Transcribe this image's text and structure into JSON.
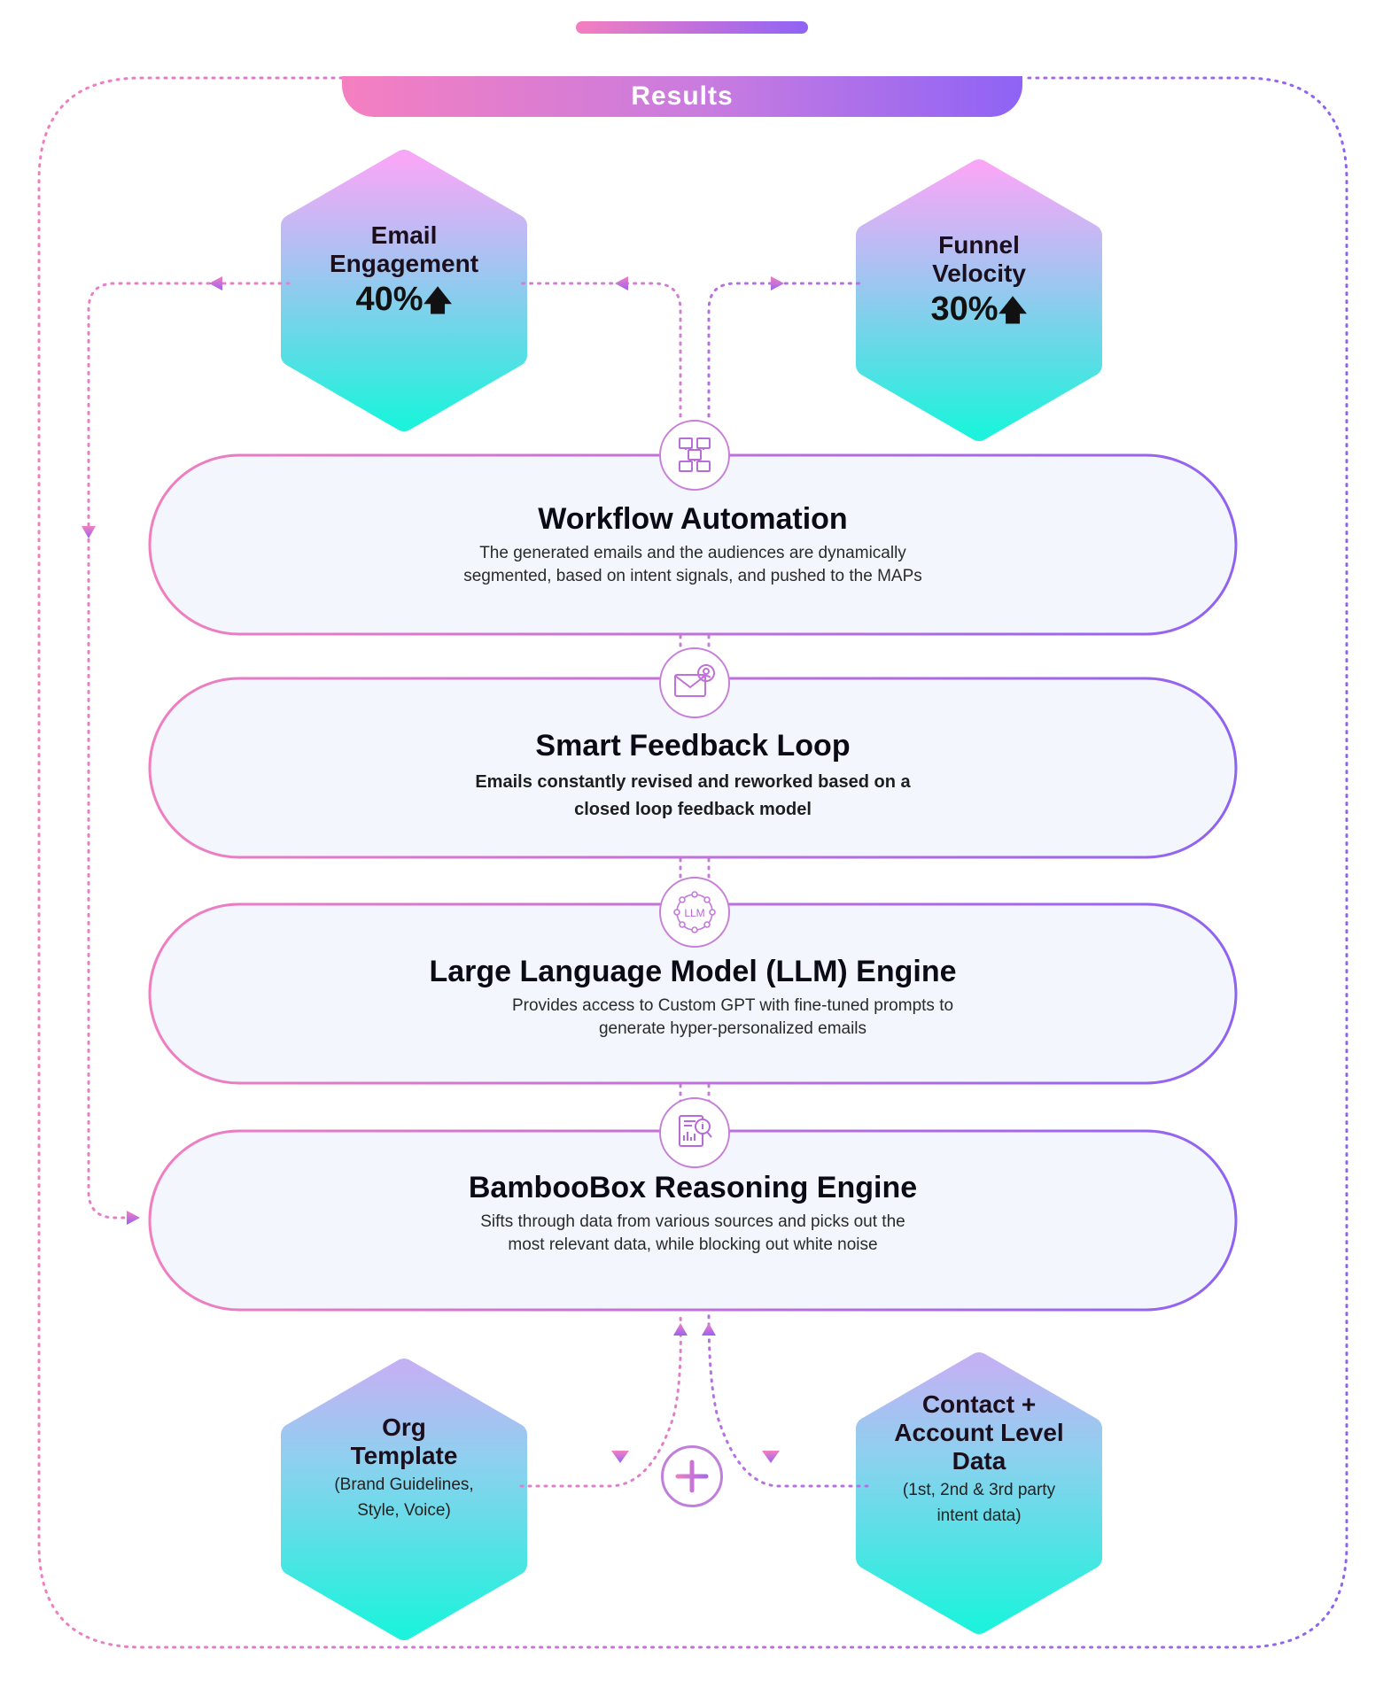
{
  "header": {
    "results_label": "Results"
  },
  "metrics": [
    {
      "title": "Email Engagement",
      "title_line1": "Email",
      "title_line2": "Engagement",
      "value": "40%",
      "trend_icon": "arrow-up-icon"
    },
    {
      "title": "Funnel Velocity",
      "title_line1": "Funnel",
      "title_line2": "Velocity",
      "value": "30%",
      "trend_icon": "arrow-up-icon"
    }
  ],
  "steps": [
    {
      "icon": "workflow-icon",
      "title": "Workflow Automation",
      "desc_line1": "The generated emails and the audiences are dynamically",
      "desc_line2": "segmented, based on intent signals, and pushed to the MAPs"
    },
    {
      "icon": "email-feedback-icon",
      "title": "Smart Feedback Loop",
      "desc_line1": "Emails constantly revised and reworked based on a",
      "desc_line2": "closed loop feedback model"
    },
    {
      "icon": "llm-icon",
      "icon_label": "LLM",
      "title": "Large Language Model (LLM) Engine",
      "desc_line1": "Provides access to Custom GPT with fine-tuned prompts to",
      "desc_line2": "generate hyper-personalized emails"
    },
    {
      "icon": "report-search-icon",
      "title": "BambooBox Reasoning Engine",
      "desc_line1": "Sifts through data from various sources and picks out the",
      "desc_line2": "most relevant data, while blocking out white noise"
    }
  ],
  "inputs": [
    {
      "title_line1": "Org",
      "title_line2": "Template",
      "sub_line1": "(Brand Guidelines,",
      "sub_line2": "Style, Voice)"
    },
    {
      "title_line1": "Contact +",
      "title_line2": "Account Level",
      "title_line3": "Data",
      "sub_line1": "(1st, 2nd & 3rd party",
      "sub_line2": "intent data)"
    }
  ],
  "combine_icon": "plus-icon",
  "colors": {
    "pink": "#f27fc1",
    "violet": "#8f63f5",
    "panel_fill": "#f3f6fc",
    "hex_top": "#f7a8f6",
    "hex_bottom": "#1ff2dc"
  }
}
